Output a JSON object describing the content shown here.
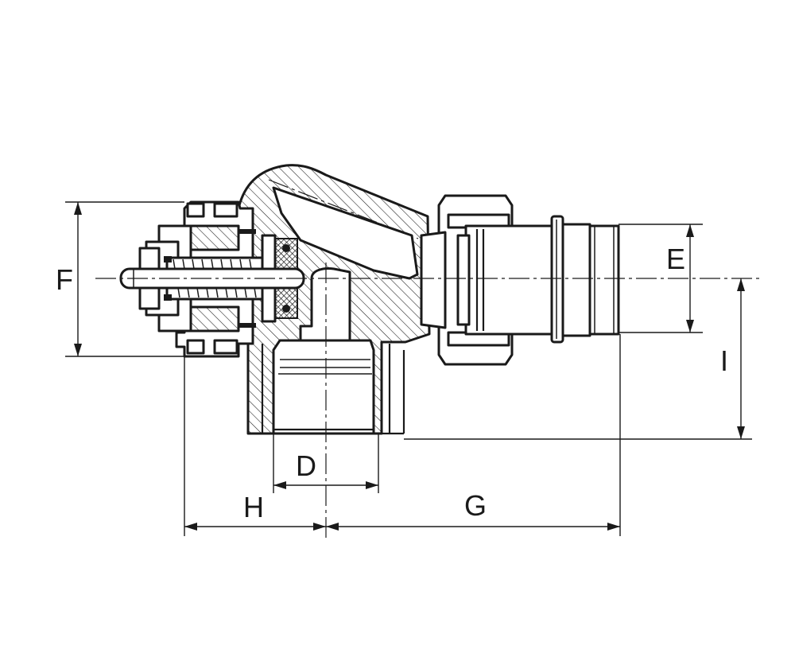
{
  "labels": {
    "F": "F",
    "E": "E",
    "I": "I",
    "D": "D",
    "H": "H",
    "G": "G"
  },
  "colors": {
    "line": "#1a1a1a",
    "background": "#ffffff"
  }
}
